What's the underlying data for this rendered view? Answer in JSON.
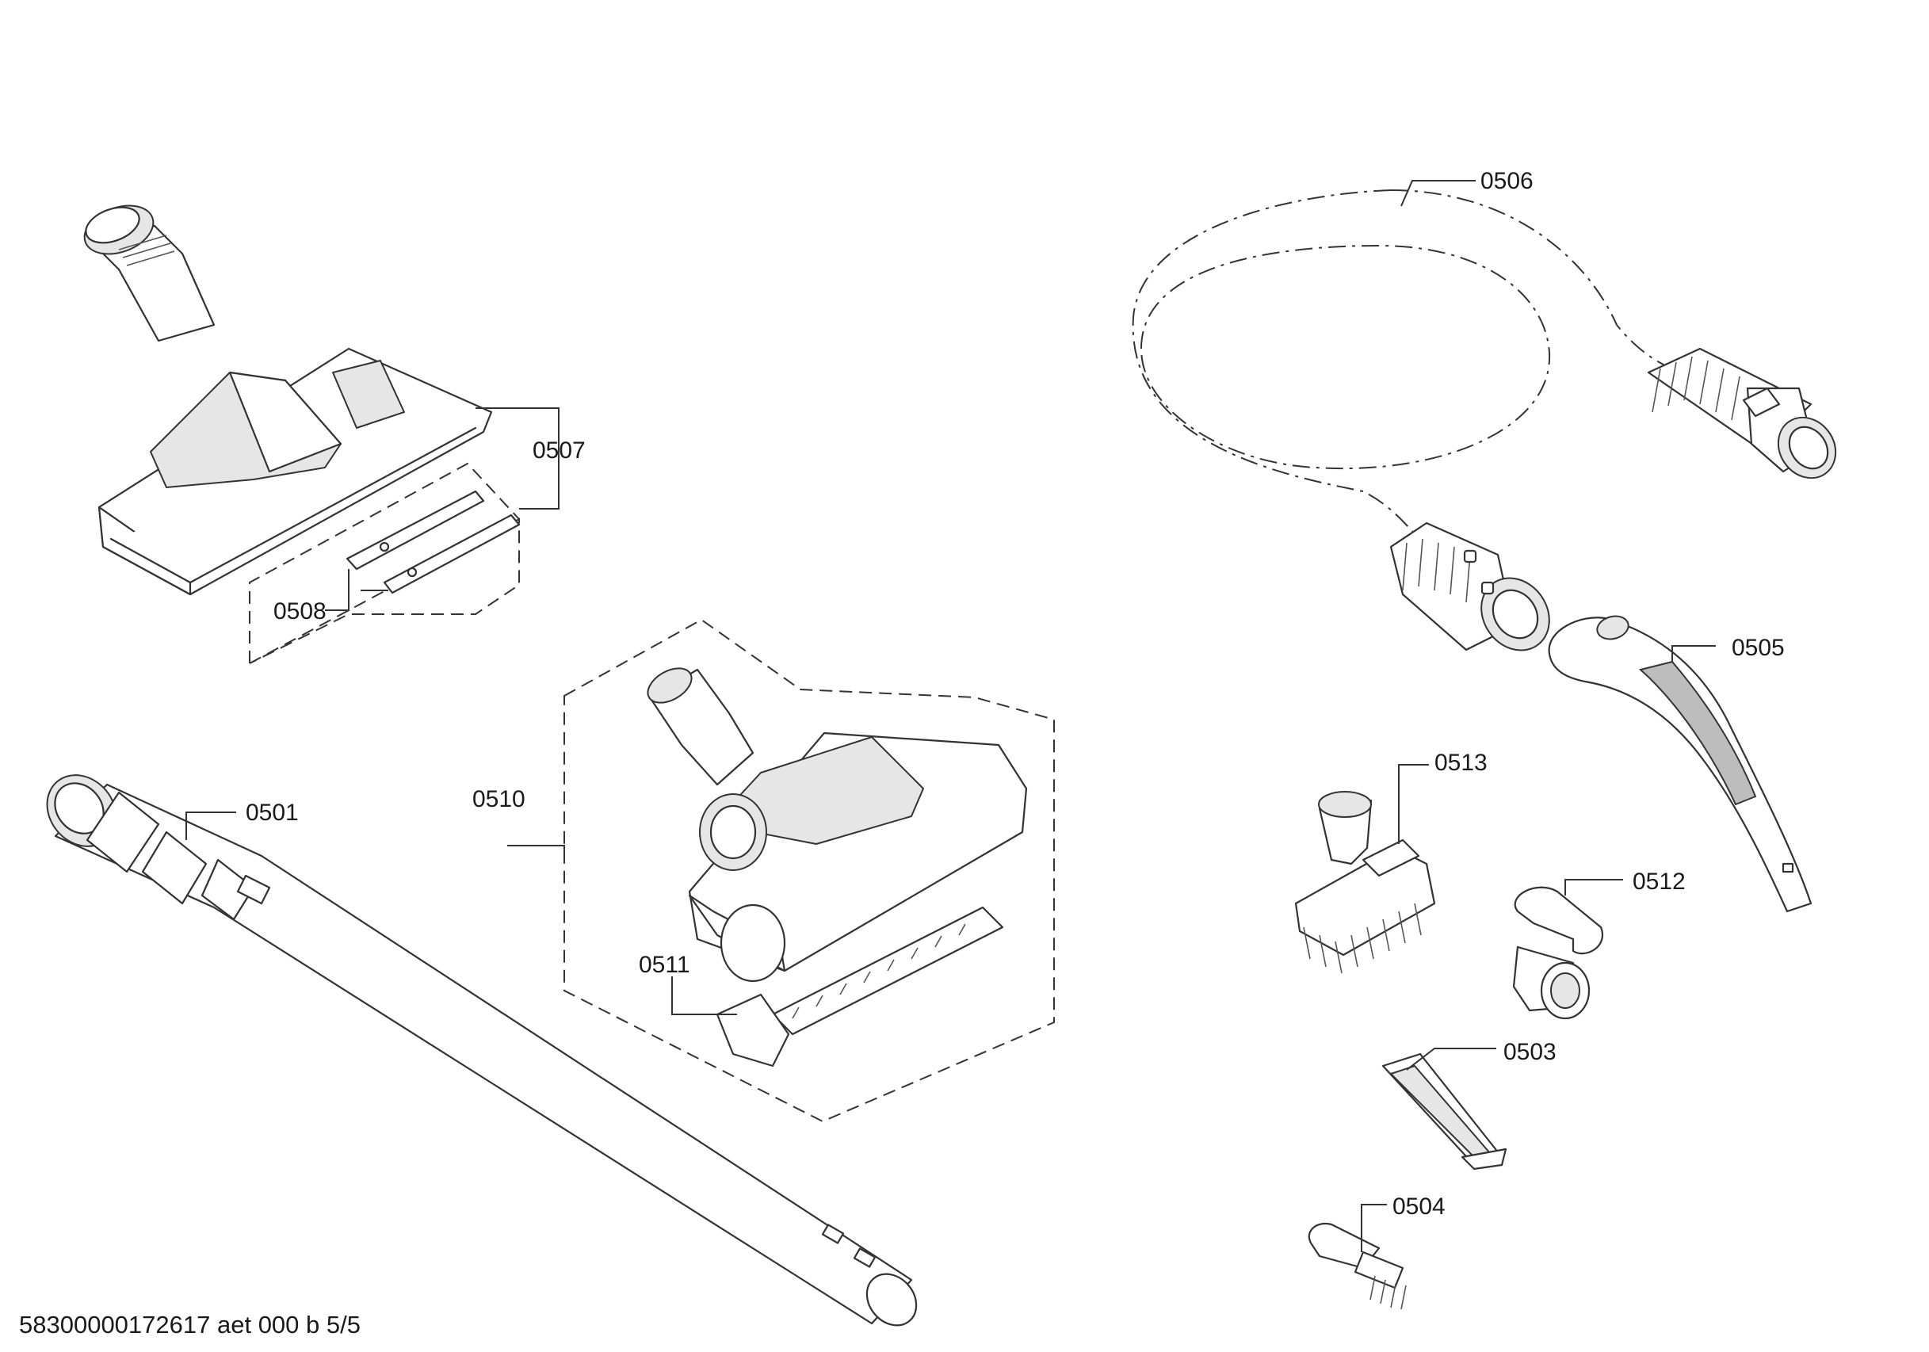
{
  "diagram": {
    "parts": [
      {
        "id": "0501"
      },
      {
        "id": "0503"
      },
      {
        "id": "0504"
      },
      {
        "id": "0505"
      },
      {
        "id": "0506"
      },
      {
        "id": "0507"
      },
      {
        "id": "0508"
      },
      {
        "id": "0510"
      },
      {
        "id": "0511"
      },
      {
        "id": "0512"
      },
      {
        "id": "0513"
      }
    ],
    "footer": "58300000172617 aet 000 b 5/5"
  }
}
